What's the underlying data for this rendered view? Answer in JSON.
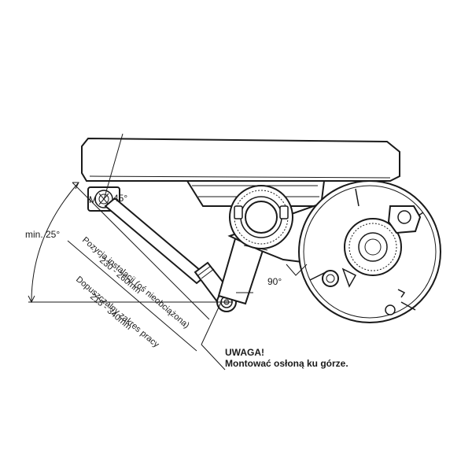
{
  "labels": {
    "bolt": "M",
    "bolt_angle": "45°",
    "min_angle": "min. 25°",
    "install_title": "Pozycja instalacji (oś nieobciążona)",
    "install_range": "230 - 260mm",
    "work_title": "Dopuszczalny zakres pracy",
    "work_range": "215 - 340mm",
    "right_angle": "90°",
    "warning_title": "UWAGA!",
    "warning_text": "Montować osłoną ku górze."
  },
  "colors": {
    "line": "#1a1a1a",
    "background": "#ffffff",
    "shade": "#bdbdbd"
  }
}
